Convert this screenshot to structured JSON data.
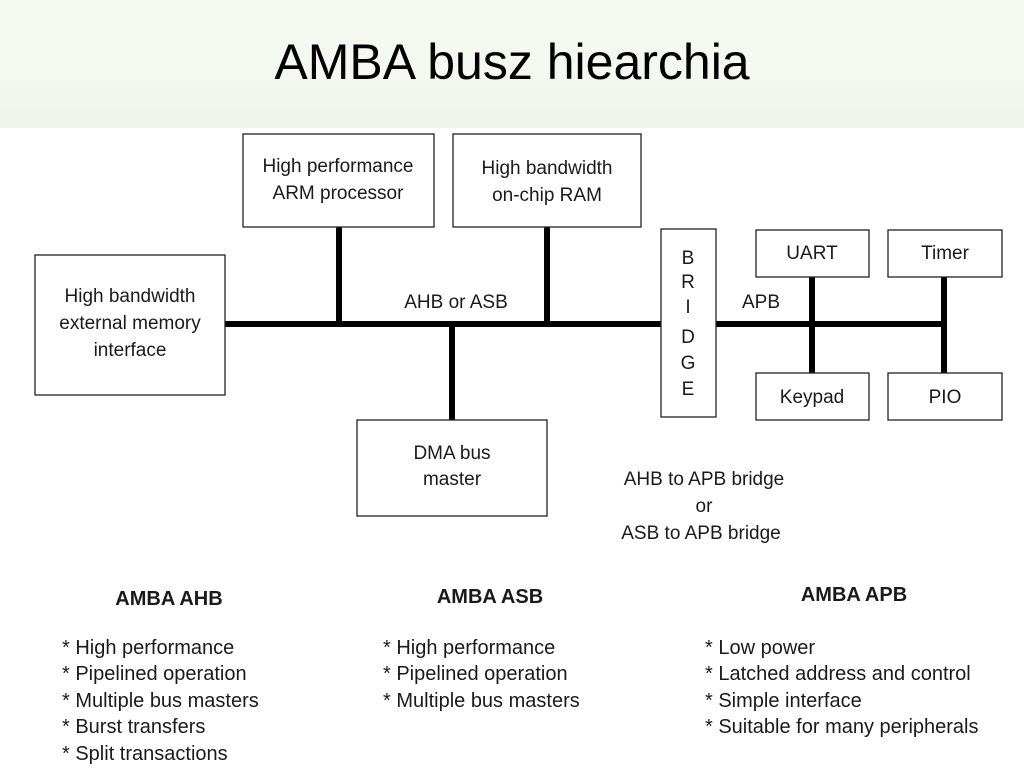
{
  "title": "AMBA busz hiearchia",
  "diagram": {
    "arm": [
      "High performance",
      "ARM processor"
    ],
    "ram": [
      "High bandwidth",
      "on-chip RAM"
    ],
    "extmem": [
      "High bandwidth",
      "external memory",
      "interface"
    ],
    "dma": [
      "DMA bus",
      "master"
    ],
    "bridge": [
      "B",
      "R",
      "I",
      "D",
      "G",
      "E"
    ],
    "uart": "UART",
    "timer": "Timer",
    "keypad": "Keypad",
    "pio": "PIO",
    "ahb_bus_label": "AHB or ASB",
    "apb_bus_label": "APB",
    "bridge_caption": [
      "AHB to APB bridge",
      "or",
      "ASB to APB bridge"
    ]
  },
  "columns": [
    {
      "heading": "AMBA AHB",
      "items": [
        "* High performance",
        "* Pipelined operation",
        "* Multiple bus masters",
        "* Burst transfers",
        "* Split transactions"
      ]
    },
    {
      "heading": "AMBA ASB",
      "items": [
        "* High performance",
        "* Pipelined operation",
        "* Multiple bus masters"
      ]
    },
    {
      "heading": "AMBA APB",
      "items": [
        "* Low power",
        "* Latched address and control",
        "* Simple interface",
        "* Suitable for many peripherals"
      ]
    }
  ]
}
